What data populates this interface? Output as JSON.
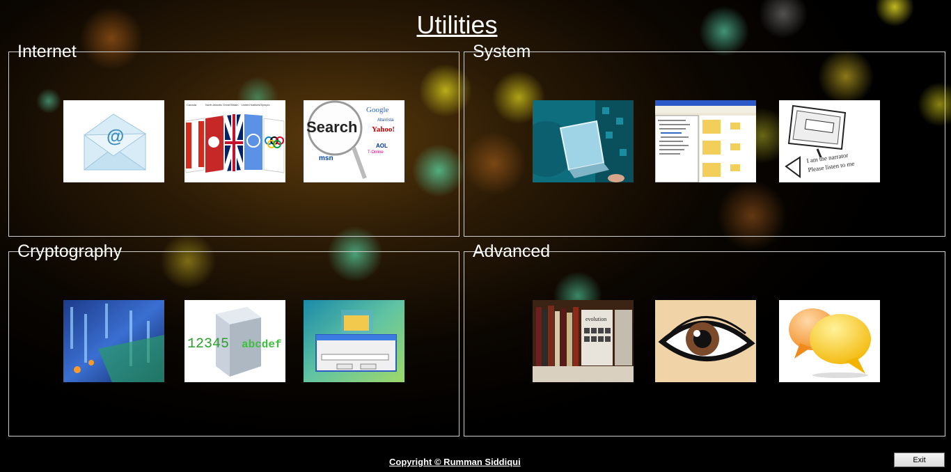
{
  "window": {
    "title": "Utilities"
  },
  "groups": {
    "internet": {
      "label": "Internet",
      "items": [
        {
          "icon": "email-envelope-icon"
        },
        {
          "icon": "flags-translate-icon"
        },
        {
          "icon": "search-engines-icon",
          "search_word": "Search",
          "brands": [
            "Google",
            "AltaVista",
            "Yahoo!",
            "AOL",
            "msn",
            "T-Online"
          ]
        }
      ]
    },
    "system": {
      "label": "System",
      "items": [
        {
          "icon": "laptop-circuit-icon"
        },
        {
          "icon": "file-explorer-icon"
        },
        {
          "icon": "narrator-monitor-icon",
          "caption_line1": "I am the narrator",
          "caption_line2": "Please listen to me"
        }
      ]
    },
    "cryptography": {
      "label": "Cryptography",
      "items": [
        {
          "icon": "digital-code-icon"
        },
        {
          "icon": "encode-cube-icon",
          "digits": "12345",
          "letters": "abcdef"
        },
        {
          "icon": "folder-password-dialog-icon"
        }
      ]
    },
    "advanced": {
      "label": "Advanced",
      "items": [
        {
          "icon": "bookshelf-icon",
          "book_title": "evolution"
        },
        {
          "icon": "eye-icon"
        },
        {
          "icon": "chat-bubbles-icon"
        }
      ]
    }
  },
  "footer": {
    "copyright": "Copyright © Rumman Siddiqui"
  },
  "buttons": {
    "exit_label": "Exit"
  },
  "colors": {
    "accent_yellow": "#f2c500",
    "accent_orange": "#f5a623",
    "border": "#cfcfcf"
  }
}
